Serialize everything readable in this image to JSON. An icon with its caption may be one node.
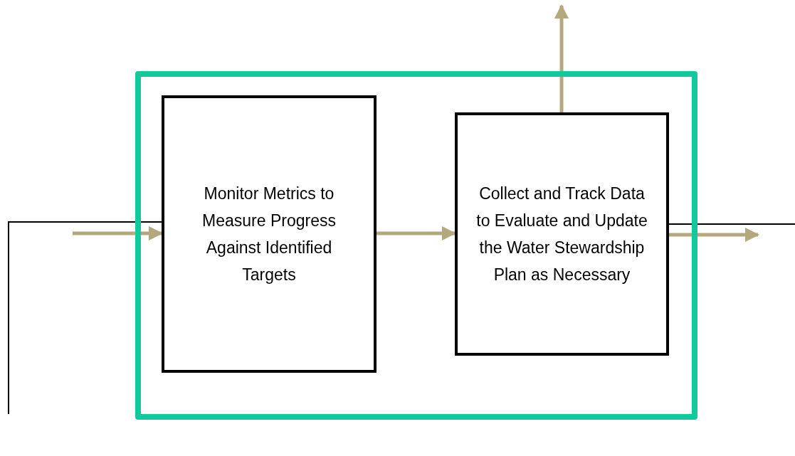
{
  "diagram": {
    "nodes": [
      {
        "text": [],
        "shape": "box"
      },
      {
        "text": [
          "Monitor Metrics to Measure Progress Against Identified Targets"
        ],
        "in": 0
      },
      {
        "text": [
          "Collect and Track Data to Evaluate and Update the Water Stewardship Plan as Necessary"
        ],
        "in": 0
      }
    ],
    "edges": [
      {
        "from": null,
        "to": 1,
        "arrow": "to"
      },
      {
        "from": 1,
        "to": 2,
        "arrow": "to"
      },
      {
        "from": 2,
        "to": null,
        "arrow": "to"
      },
      {
        "from": 2,
        "to": null,
        "arrow": "to"
      },
      {
        "from": null,
        "to": 1,
        "arrow": "none",
        "color": "#000000"
      },
      {
        "from": 2,
        "to": null,
        "arrow": "none",
        "color": "#000000"
      }
    ]
  }
}
